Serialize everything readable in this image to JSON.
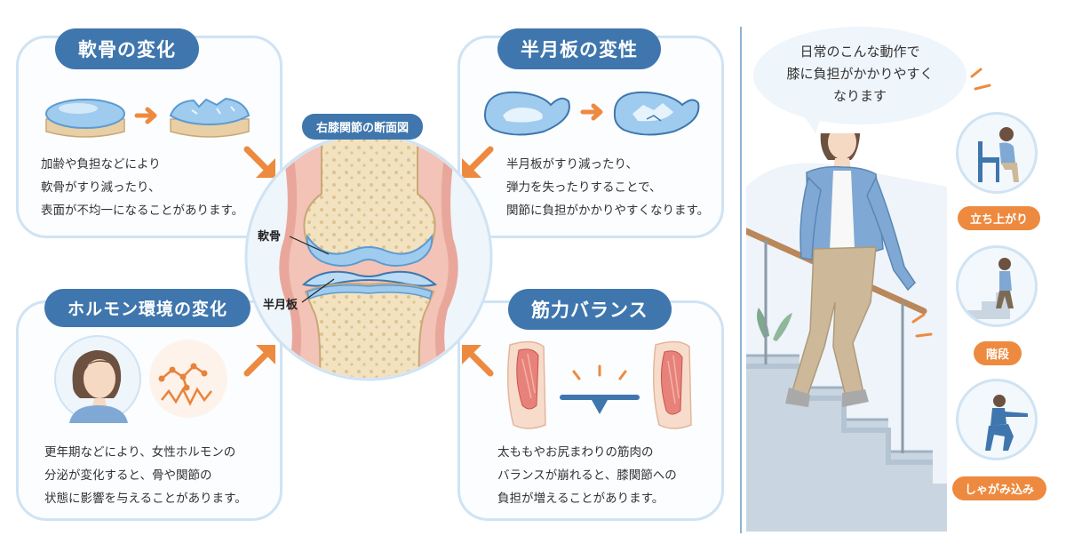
{
  "sections": {
    "cartilage": {
      "title": "軟骨の変化",
      "lines": [
        "加齢や負担などにより",
        "軟骨がすり減ったり、",
        "表面が不均一になることがあります。"
      ]
    },
    "meniscus": {
      "title": "半月板の変性",
      "lines": [
        "半月板がすり減ったり、",
        "弾力を失ったりすることで、",
        "関節に負担がかかりやすくなります。"
      ]
    },
    "hormone": {
      "title": "ホルモン環境の変化",
      "lines": [
        "更年期などにより、女性ホルモンの",
        "分泌が変化すると、骨や関節の",
        "状態に影響を与えることがあります。"
      ]
    },
    "muscle": {
      "title": "筋力バランス",
      "lines": [
        "太ももやお尻まわりの筋肉の",
        "バランスが崩れると、膝関節への",
        "負担が増えることがあります。"
      ]
    }
  },
  "center": {
    "title": "右膝関節の断面図",
    "label_cartilage": "軟骨",
    "label_meniscus": "半月板"
  },
  "right_panel": {
    "bubble_lines": [
      "日常のこんな動作で",
      "膝に負担がかかりやすく",
      "なります"
    ],
    "actions": [
      {
        "label": "立ち上がり",
        "icon": "standing-up-icon"
      },
      {
        "label": "階段",
        "icon": "stairs-icon"
      },
      {
        "label": "しゃがみ込み",
        "icon": "squat-icon"
      }
    ]
  },
  "colors": {
    "primary": "#3f76ad",
    "accent": "#ed8a3f",
    "card_border": "#cfe3f3",
    "cartilage_blue": "#9fcbef",
    "bone": "#f3e2bf",
    "tissue": "#e9a79c"
  }
}
